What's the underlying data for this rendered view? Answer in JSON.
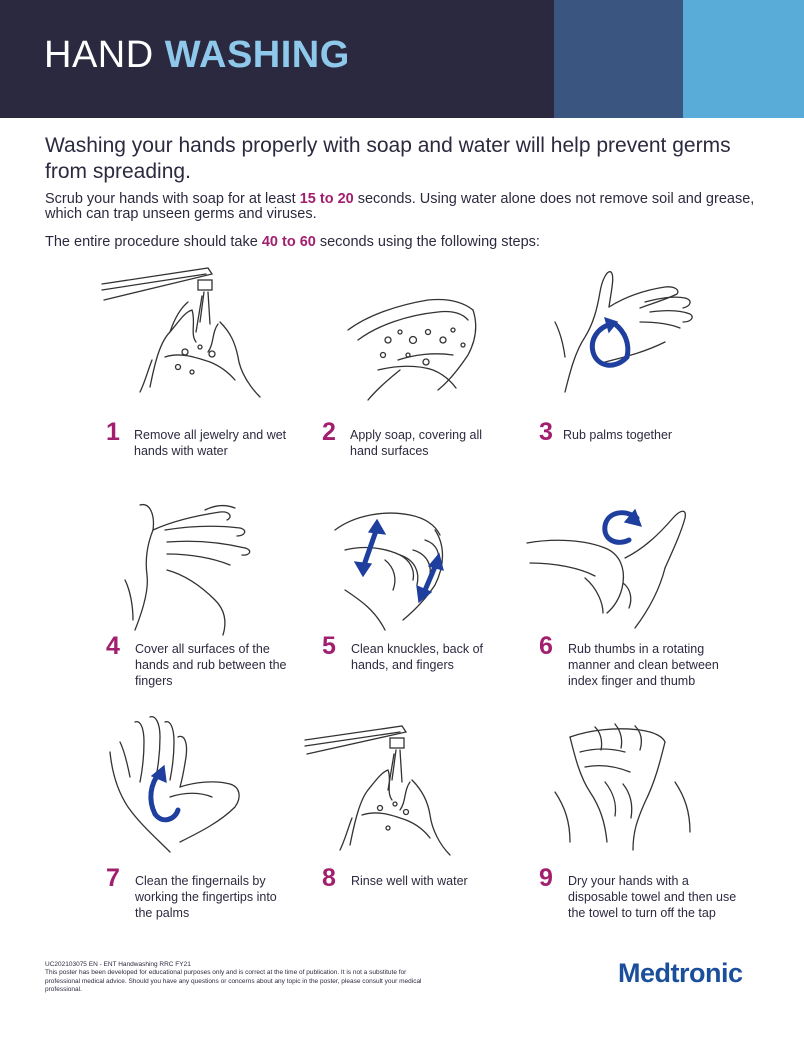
{
  "header": {
    "title_light": "HAND",
    "title_bold": "WASHING",
    "colors": {
      "dark": "#2b2940",
      "mid_blue": "#3a5580",
      "light_blue": "#59acd8",
      "title_accent": "#8ec8ea"
    }
  },
  "intro": {
    "headline": "Washing your hands properly with soap and water will help prevent germs from spreading.",
    "p1_before": "Scrub your hands with soap for at least ",
    "p1_highlight": "15 to 20",
    "p1_after": " seconds. Using water alone does not remove soil and grease, which can trap unseen germs and viruses.",
    "p2_before": "The entire procedure should take ",
    "p2_highlight": "40 to 60",
    "p2_after": " seconds using the following steps:",
    "highlight_color": "#a11f6e"
  },
  "steps": [
    {
      "number": "1",
      "text": "Remove all jewelry and wet hands with water",
      "icon": "faucet-hands-icon"
    },
    {
      "number": "2",
      "text": "Apply soap, covering all hand surfaces",
      "icon": "soapy-hands-icon"
    },
    {
      "number": "3",
      "text": "Rub palms together",
      "icon": "rub-palms-icon"
    },
    {
      "number": "4",
      "text": "Cover all surfaces of the hands and rub between the fingers",
      "icon": "interlaced-fingers-icon"
    },
    {
      "number": "5",
      "text": "Clean knuckles, back of hands, and fingers",
      "icon": "knuckles-icon"
    },
    {
      "number": "6",
      "text": "Rub thumbs in a rotating manner and clean between index finger and thumb",
      "icon": "thumb-rotate-icon"
    },
    {
      "number": "7",
      "text": "Clean the fingernails by working the fingertips into the palms",
      "icon": "fingertips-palm-icon"
    },
    {
      "number": "8",
      "text": "Rinse well with water",
      "icon": "rinse-hands-icon"
    },
    {
      "number": "9",
      "text": "Dry your hands with a disposable towel and then use the towel to turn off the tap",
      "icon": "paper-towel-icon"
    }
  ],
  "footer": {
    "code": "UC202103075 EN - ENT Handwashing RRC FY21",
    "disclaimer": "This poster has been developed for educational purposes only and is correct at the time of publication. It is not a substitute for professional medical advice. Should you have any questions or concerns about any topic in the poster, please consult your medical professional.",
    "logo": "Medtronic",
    "logo_color": "#1b4f9c"
  }
}
